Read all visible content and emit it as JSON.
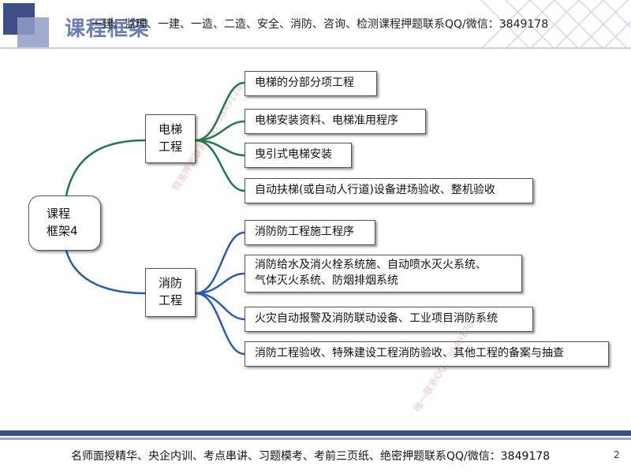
{
  "title": "课程框架",
  "top_banner": "一建、监理、一建、一造、二造、安全、消防、咨询、检测课程押题联系QQ/微信：3849178",
  "root": {
    "line1": "课程",
    "line2": "框架4"
  },
  "branches": [
    {
      "line1": "电梯",
      "line2": "工程",
      "color": "#1e7a4e",
      "items": [
        {
          "text": "电梯的分部分项工程"
        },
        {
          "text": "电梯安装资料、电梯准用程序"
        },
        {
          "text": "曳引式电梯安装"
        },
        {
          "text": "自动扶梯(或自动人行道)设备进场验收、整机验收"
        }
      ]
    },
    {
      "line1": "消防",
      "line2": "工程",
      "color": "#2a5bb8",
      "items": [
        {
          "text": "消防防工程施工程序"
        },
        {
          "line1": "消防给水及消火栓系统施、自动喷水灭火系统、",
          "line2": "气体灭火系统、防烟排烟系统"
        },
        {
          "text": "火灾自动报警及消防联动设备、工业项目消防系统"
        },
        {
          "text": "消防工程验收、特殊建设工程消防验收、其他工程的备案与抽查"
        }
      ]
    }
  ],
  "watermarks": [
    "精准押题联系QQ：3849178",
    "唯一联系QQ：3849178"
  ],
  "footer": "名师面授精华、央企内训、考点串讲、习题模考、考前三页纸、绝密押题联系QQ/微信：3849178",
  "page_number": "2",
  "colors": {
    "accent": "#3f4f8a",
    "title": "#6c7db5",
    "green_branch": "#1e7a4e",
    "blue_branch": "#2a5bb8"
  }
}
